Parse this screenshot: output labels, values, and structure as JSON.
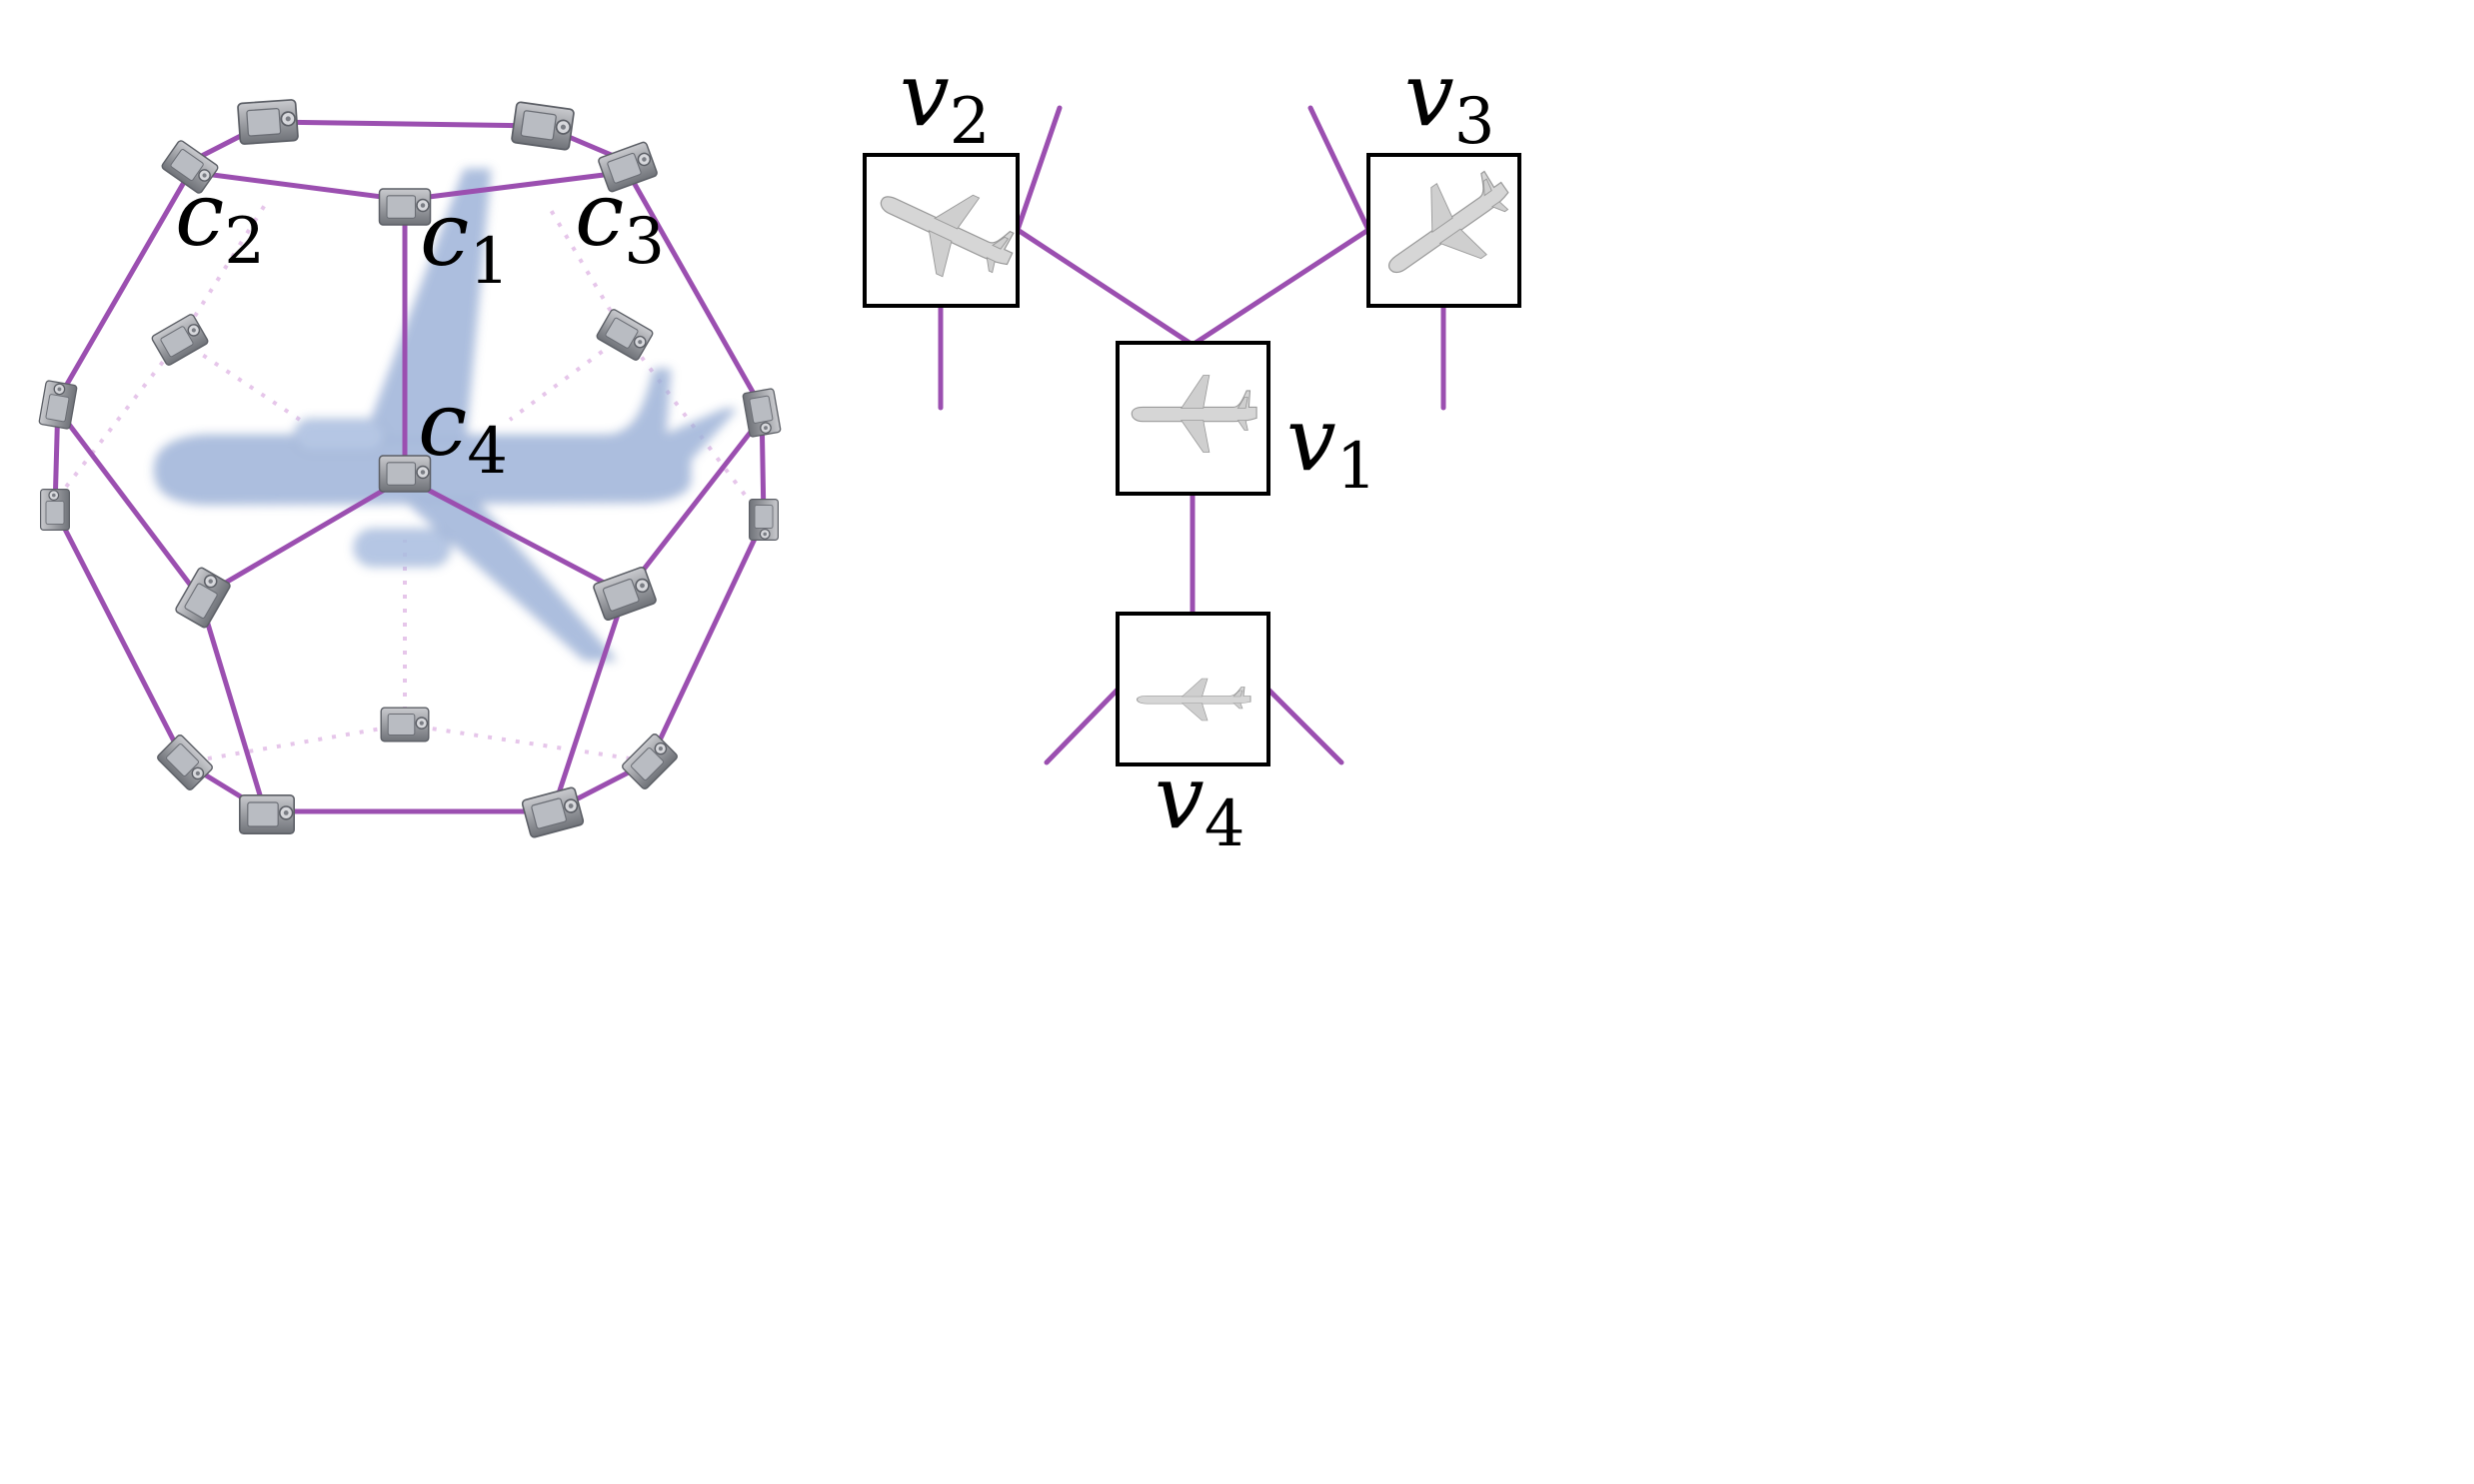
{
  "colors": {
    "edge": "#9b4fb0",
    "edge_hidden": "#e6c6ea",
    "camera": "#8e9096",
    "airplane": "#9eb3d9",
    "frame": "#000000"
  },
  "camera_graph": {
    "labels": [
      {
        "id": "c1",
        "letter": "c",
        "index": "1"
      },
      {
        "id": "c2",
        "letter": "c",
        "index": "2"
      },
      {
        "id": "c3",
        "letter": "c",
        "index": "3"
      },
      {
        "id": "c4",
        "letter": "c",
        "index": "4"
      }
    ],
    "icon": "camera-icon",
    "object_icon": "airplane-icon"
  },
  "view_graph": {
    "labels": [
      {
        "id": "v1",
        "letter": "v",
        "index": "1"
      },
      {
        "id": "v2",
        "letter": "v",
        "index": "2"
      },
      {
        "id": "v3",
        "letter": "v",
        "index": "3"
      },
      {
        "id": "v4",
        "letter": "v",
        "index": "4"
      }
    ],
    "thumbnail_icon": "airplane-icon"
  }
}
